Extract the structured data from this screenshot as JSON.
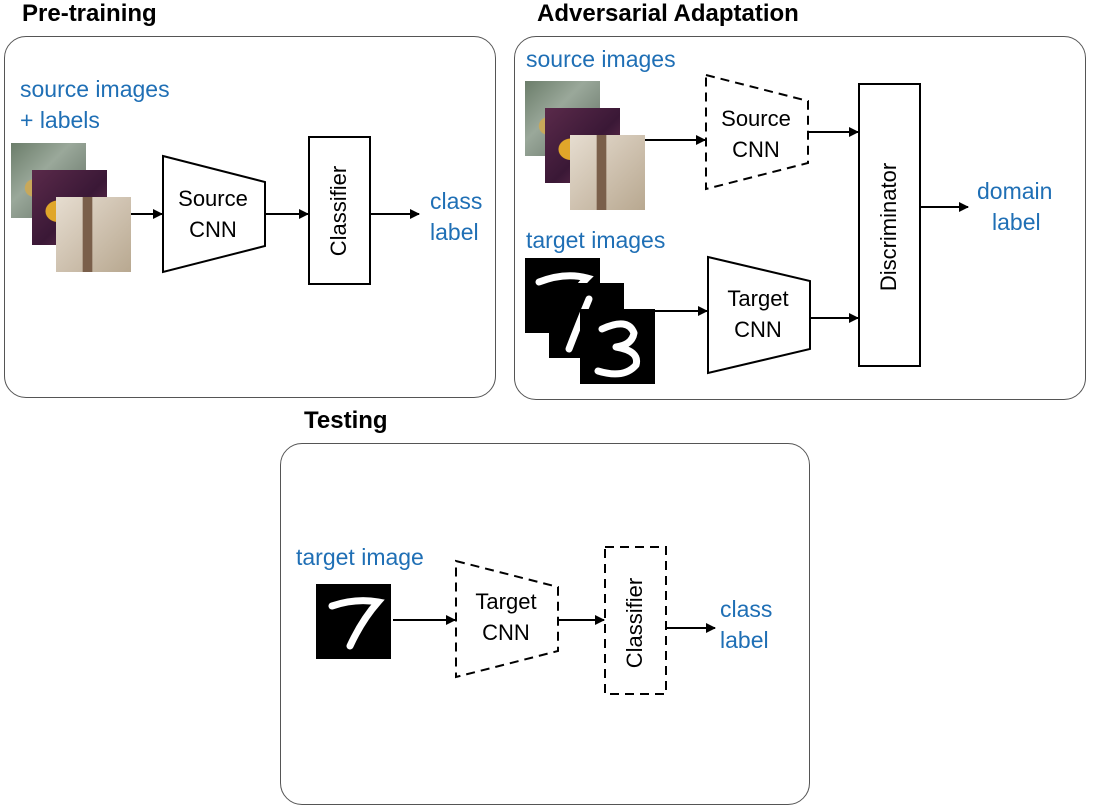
{
  "pretraining": {
    "heading": "Pre-training",
    "input_line1": "source images",
    "input_line2": "+ labels",
    "encoder_line1": "Source",
    "encoder_line2": "CNN",
    "classifier": "Classifier",
    "output_line1": "class",
    "output_line2": "label"
  },
  "adversarial": {
    "heading": "Adversarial Adaptation",
    "source_input": "source images",
    "source_encoder_line1": "Source",
    "source_encoder_line2": "CNN",
    "target_input": "target images",
    "target_encoder_line1": "Target",
    "target_encoder_line2": "CNN",
    "discriminator": "Discriminator",
    "output_line1": "domain",
    "output_line2": "label"
  },
  "testing": {
    "heading": "Testing",
    "input": "target image",
    "encoder_line1": "Target",
    "encoder_line2": "CNN",
    "classifier": "Classifier",
    "output_line1": "class",
    "output_line2": "label"
  },
  "colors": {
    "accent_text": "#1f6fb5",
    "outline": "#000000",
    "panel_border": "#555555"
  }
}
